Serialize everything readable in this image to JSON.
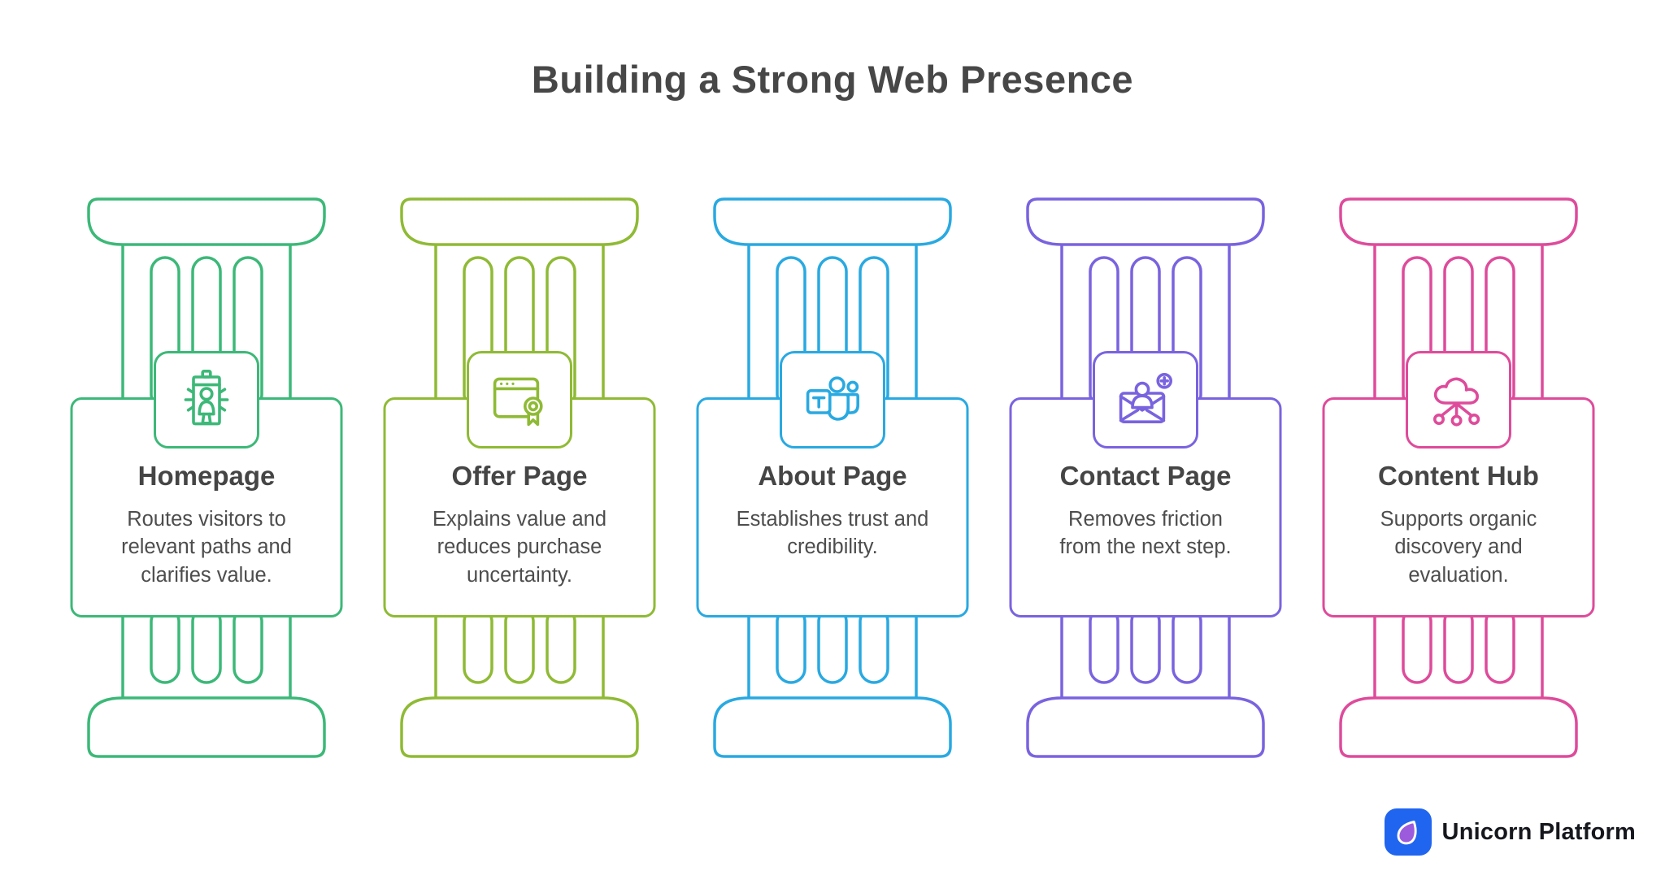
{
  "title": "Building a Strong Web Presence",
  "pillars": [
    {
      "name": "Homepage",
      "description": "Routes visitors to\nrelevant paths and\nclarifies value.",
      "color": "#3CB878",
      "icon": "id-badge-scan-icon"
    },
    {
      "name": "Offer Page",
      "description": "Explains value and\nreduces purchase\nuncertainty.",
      "color": "#8FBA35",
      "icon": "browser-award-icon"
    },
    {
      "name": "About Page",
      "description": "Establishes trust and\ncredibility.",
      "color": "#29A9E1",
      "icon": "teams-people-icon"
    },
    {
      "name": "Contact Page",
      "description": "Removes friction\nfrom the next step.",
      "color": "#7A63DF",
      "icon": "envelope-add-contact-icon"
    },
    {
      "name": "Content Hub",
      "description": "Supports organic\ndiscovery and\nevaluation.",
      "color": "#DE4B9B",
      "icon": "cloud-network-icon"
    }
  ],
  "branding": {
    "logo_text": "Unicorn Platform",
    "logo_bg_color": "#2065EF",
    "logo_glyph_color": "#9C5BDD"
  },
  "colors": {
    "background": "#FFFFFF",
    "title_text": "#474747",
    "body_text": "#4D4D4D"
  }
}
